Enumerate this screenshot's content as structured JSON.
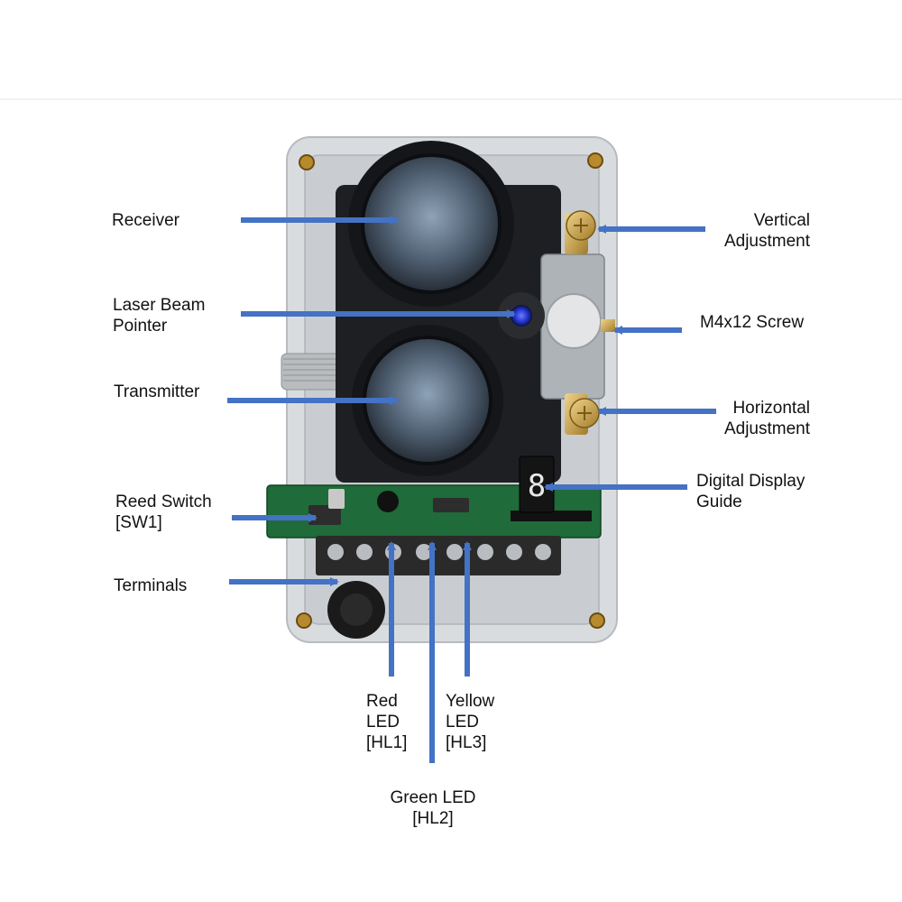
{
  "colors": {
    "arrow": "#4472c4",
    "housing": "#d9dcdf",
    "housing_inner": "#c9cdd1",
    "lens_frame": "#1f2024",
    "lens_glass": "#5b6b7c",
    "pcb": "#1f6b3a",
    "terminal_block": "#2a2a2a",
    "brass": "#c9a24a",
    "laser": "#2233cc"
  },
  "icons": [
    "arrow-icon"
  ],
  "labels": {
    "receiver": {
      "lines": [
        "Receiver"
      ]
    },
    "laser_beam_pointer": {
      "lines": [
        "Laser Beam",
        "Pointer"
      ]
    },
    "transmitter": {
      "lines": [
        "Transmitter"
      ]
    },
    "reed_switch": {
      "lines": [
        "Reed Switch",
        "[SW1]"
      ]
    },
    "terminals": {
      "lines": [
        "Terminals"
      ]
    },
    "vertical_adjustment": {
      "lines": [
        "Vertical",
        "Adjustment"
      ]
    },
    "m4x12_screw": {
      "lines": [
        "M4x12 Screw"
      ]
    },
    "horizontal_adjustment": {
      "lines": [
        "Horizontal",
        "Adjustment"
      ]
    },
    "digital_display_guide": {
      "lines": [
        "Digital Display",
        "Guide"
      ]
    },
    "red_led": {
      "lines": [
        "Red",
        "LED",
        "[HL1]"
      ]
    },
    "yellow_led": {
      "lines": [
        "Yellow",
        "LED",
        "[HL3]"
      ]
    },
    "green_led": {
      "lines": [
        "Green LED",
        "[HL2]"
      ]
    }
  }
}
